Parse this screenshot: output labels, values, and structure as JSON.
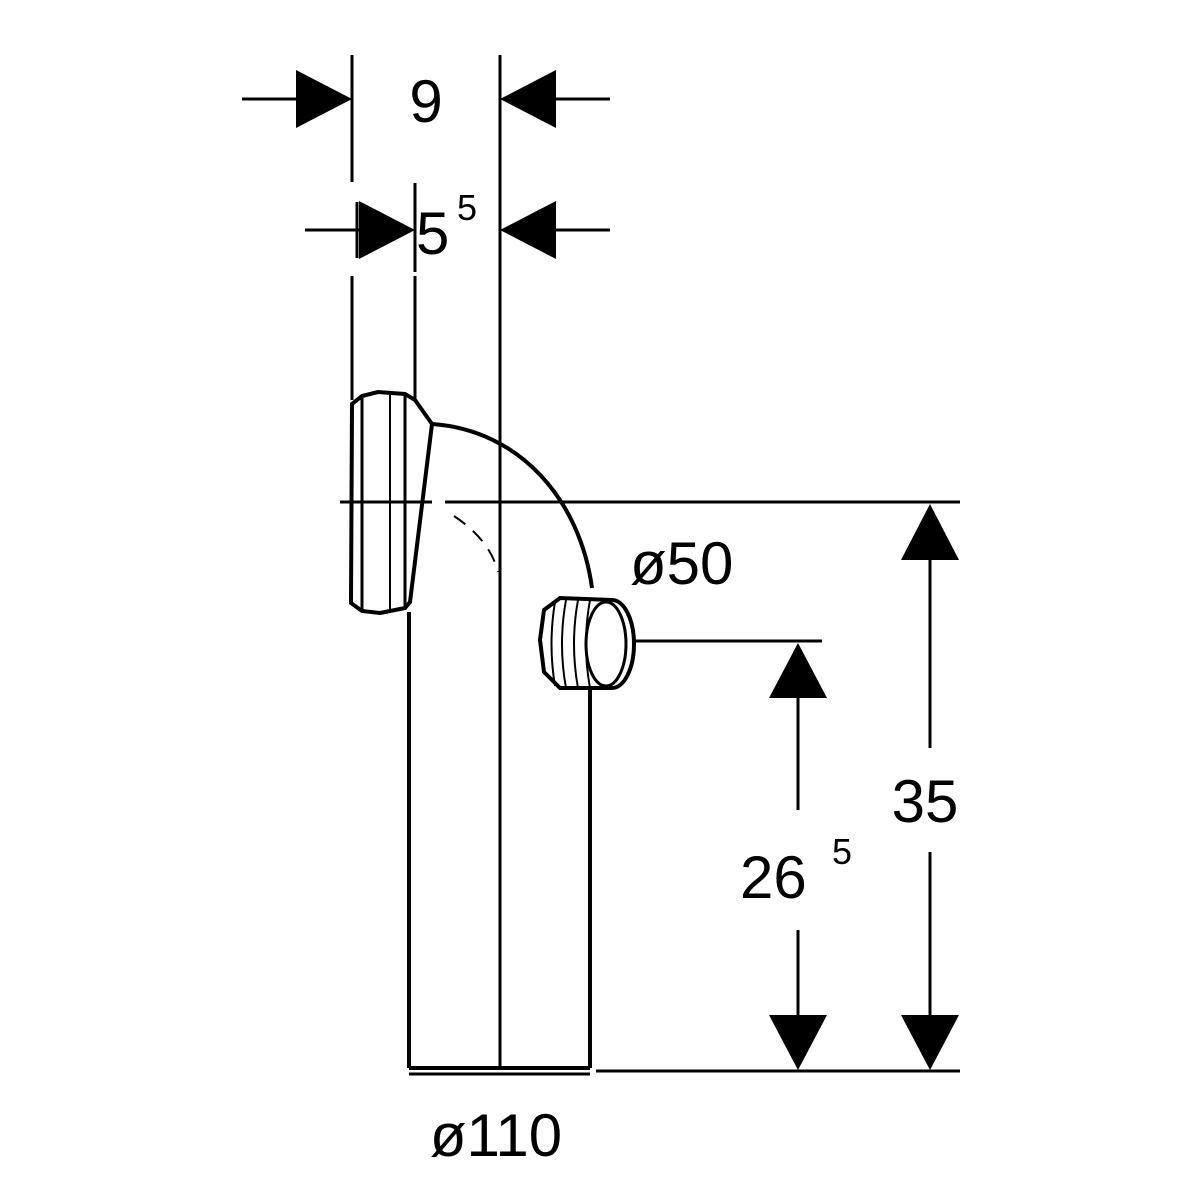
{
  "dimensions": {
    "width_overall": "9",
    "width_offset_main": "5",
    "width_offset_sup": "5",
    "height_total": "35",
    "height_branch_main": "26",
    "height_branch_sup": "5",
    "diameter_branch": "ø50",
    "diameter_pipe": "ø110"
  }
}
